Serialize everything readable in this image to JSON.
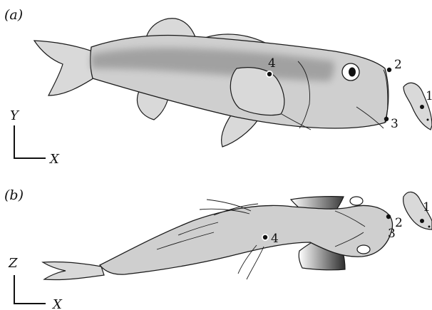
{
  "panels": [
    {
      "label": "(a)",
      "axes": {
        "vertical": "Y",
        "horizontal": "X"
      },
      "markers": [
        "4",
        "2",
        "3",
        "1"
      ]
    },
    {
      "label": "(b)",
      "axes": {
        "vertical": "Z",
        "horizontal": "X"
      },
      "markers": [
        "4",
        "2",
        "3",
        "1"
      ]
    }
  ],
  "colors": {
    "fish_body": "#cfcfcf",
    "stripe": "#9a9a9a",
    "outline": "#1a1a1a",
    "marker": "#111111"
  }
}
